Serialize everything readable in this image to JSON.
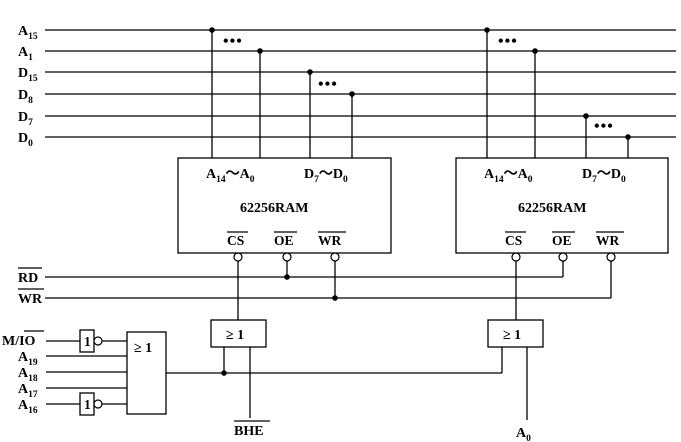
{
  "buses": {
    "a15": {
      "base": "A",
      "sub": "15"
    },
    "a1": {
      "base": "A",
      "sub": "1"
    },
    "d15": {
      "base": "D",
      "sub": "15"
    },
    "d8": {
      "base": "D",
      "sub": "8"
    },
    "d7": {
      "base": "D",
      "sub": "7"
    },
    "d0": {
      "base": "D",
      "sub": "0"
    }
  },
  "ellipsis": "•••",
  "ram_left": {
    "name": "62256RAM",
    "addr": {
      "a": "A",
      "s1": "14",
      "tilde": "〜",
      "b": "A",
      "s2": "0"
    },
    "data": {
      "a": "D",
      "s1": "7",
      "tilde": "〜",
      "b": "D",
      "s2": "0"
    },
    "cs": "CS",
    "oe": "OE",
    "wr": "WR"
  },
  "ram_right": {
    "name": "62256RAM",
    "addr": {
      "a": "A",
      "s1": "14",
      "tilde": "〜",
      "b": "A",
      "s2": "0"
    },
    "data": {
      "a": "D",
      "s1": "7",
      "tilde": "〜",
      "b": "D",
      "s2": "0"
    },
    "cs": "CS",
    "oe": "OE",
    "wr": "WR"
  },
  "control": {
    "rd": "RD",
    "wr": "WR"
  },
  "or_gate": "≥ 1",
  "decoder_inputs": {
    "mio_m": "M/",
    "mio_io": "IO",
    "a19": {
      "base": "A",
      "sub": "19"
    },
    "a18": {
      "base": "A",
      "sub": "18"
    },
    "a17": {
      "base": "A",
      "sub": "17"
    },
    "a16": {
      "base": "A",
      "sub": "16"
    }
  },
  "inverter_label": "1",
  "bhe": "BHE",
  "a0": {
    "base": "A",
    "sub": "0"
  }
}
